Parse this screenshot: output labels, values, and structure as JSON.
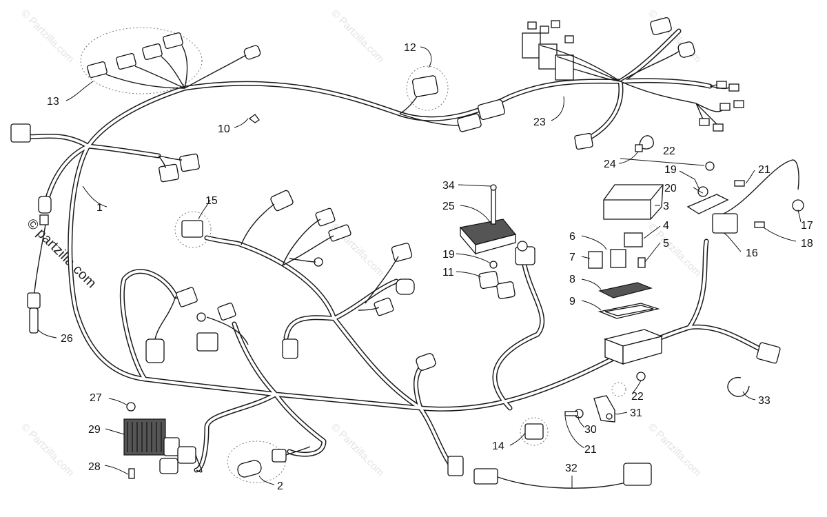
{
  "watermark": {
    "text": "© Partzilla.com",
    "side_text": "© partzilla.com"
  },
  "callouts": [
    {
      "id": "c1",
      "label": "1"
    },
    {
      "id": "c2",
      "label": "2"
    },
    {
      "id": "c3",
      "label": "3"
    },
    {
      "id": "c4",
      "label": "4"
    },
    {
      "id": "c5",
      "label": "5"
    },
    {
      "id": "c6",
      "label": "6"
    },
    {
      "id": "c7",
      "label": "7"
    },
    {
      "id": "c8",
      "label": "8"
    },
    {
      "id": "c9",
      "label": "9"
    },
    {
      "id": "c10",
      "label": "10"
    },
    {
      "id": "c11",
      "label": "11"
    },
    {
      "id": "c12",
      "label": "12"
    },
    {
      "id": "c13",
      "label": "13"
    },
    {
      "id": "c14",
      "label": "14"
    },
    {
      "id": "c15",
      "label": "15"
    },
    {
      "id": "c16",
      "label": "16"
    },
    {
      "id": "c17",
      "label": "17"
    },
    {
      "id": "c18",
      "label": "18"
    },
    {
      "id": "c19a",
      "label": "19"
    },
    {
      "id": "c19b",
      "label": "19"
    },
    {
      "id": "c20",
      "label": "20"
    },
    {
      "id": "c21a",
      "label": "21"
    },
    {
      "id": "c21b",
      "label": "21"
    },
    {
      "id": "c22a",
      "label": "22"
    },
    {
      "id": "c22b",
      "label": "22"
    },
    {
      "id": "c23",
      "label": "23"
    },
    {
      "id": "c24",
      "label": "24"
    },
    {
      "id": "c25",
      "label": "25"
    },
    {
      "id": "c26",
      "label": "26"
    },
    {
      "id": "c27",
      "label": "27"
    },
    {
      "id": "c28",
      "label": "28"
    },
    {
      "id": "c29",
      "label": "29"
    },
    {
      "id": "c30",
      "label": "30"
    },
    {
      "id": "c31",
      "label": "31"
    },
    {
      "id": "c32",
      "label": "32"
    },
    {
      "id": "c33",
      "label": "33"
    },
    {
      "id": "c34",
      "label": "34"
    }
  ]
}
